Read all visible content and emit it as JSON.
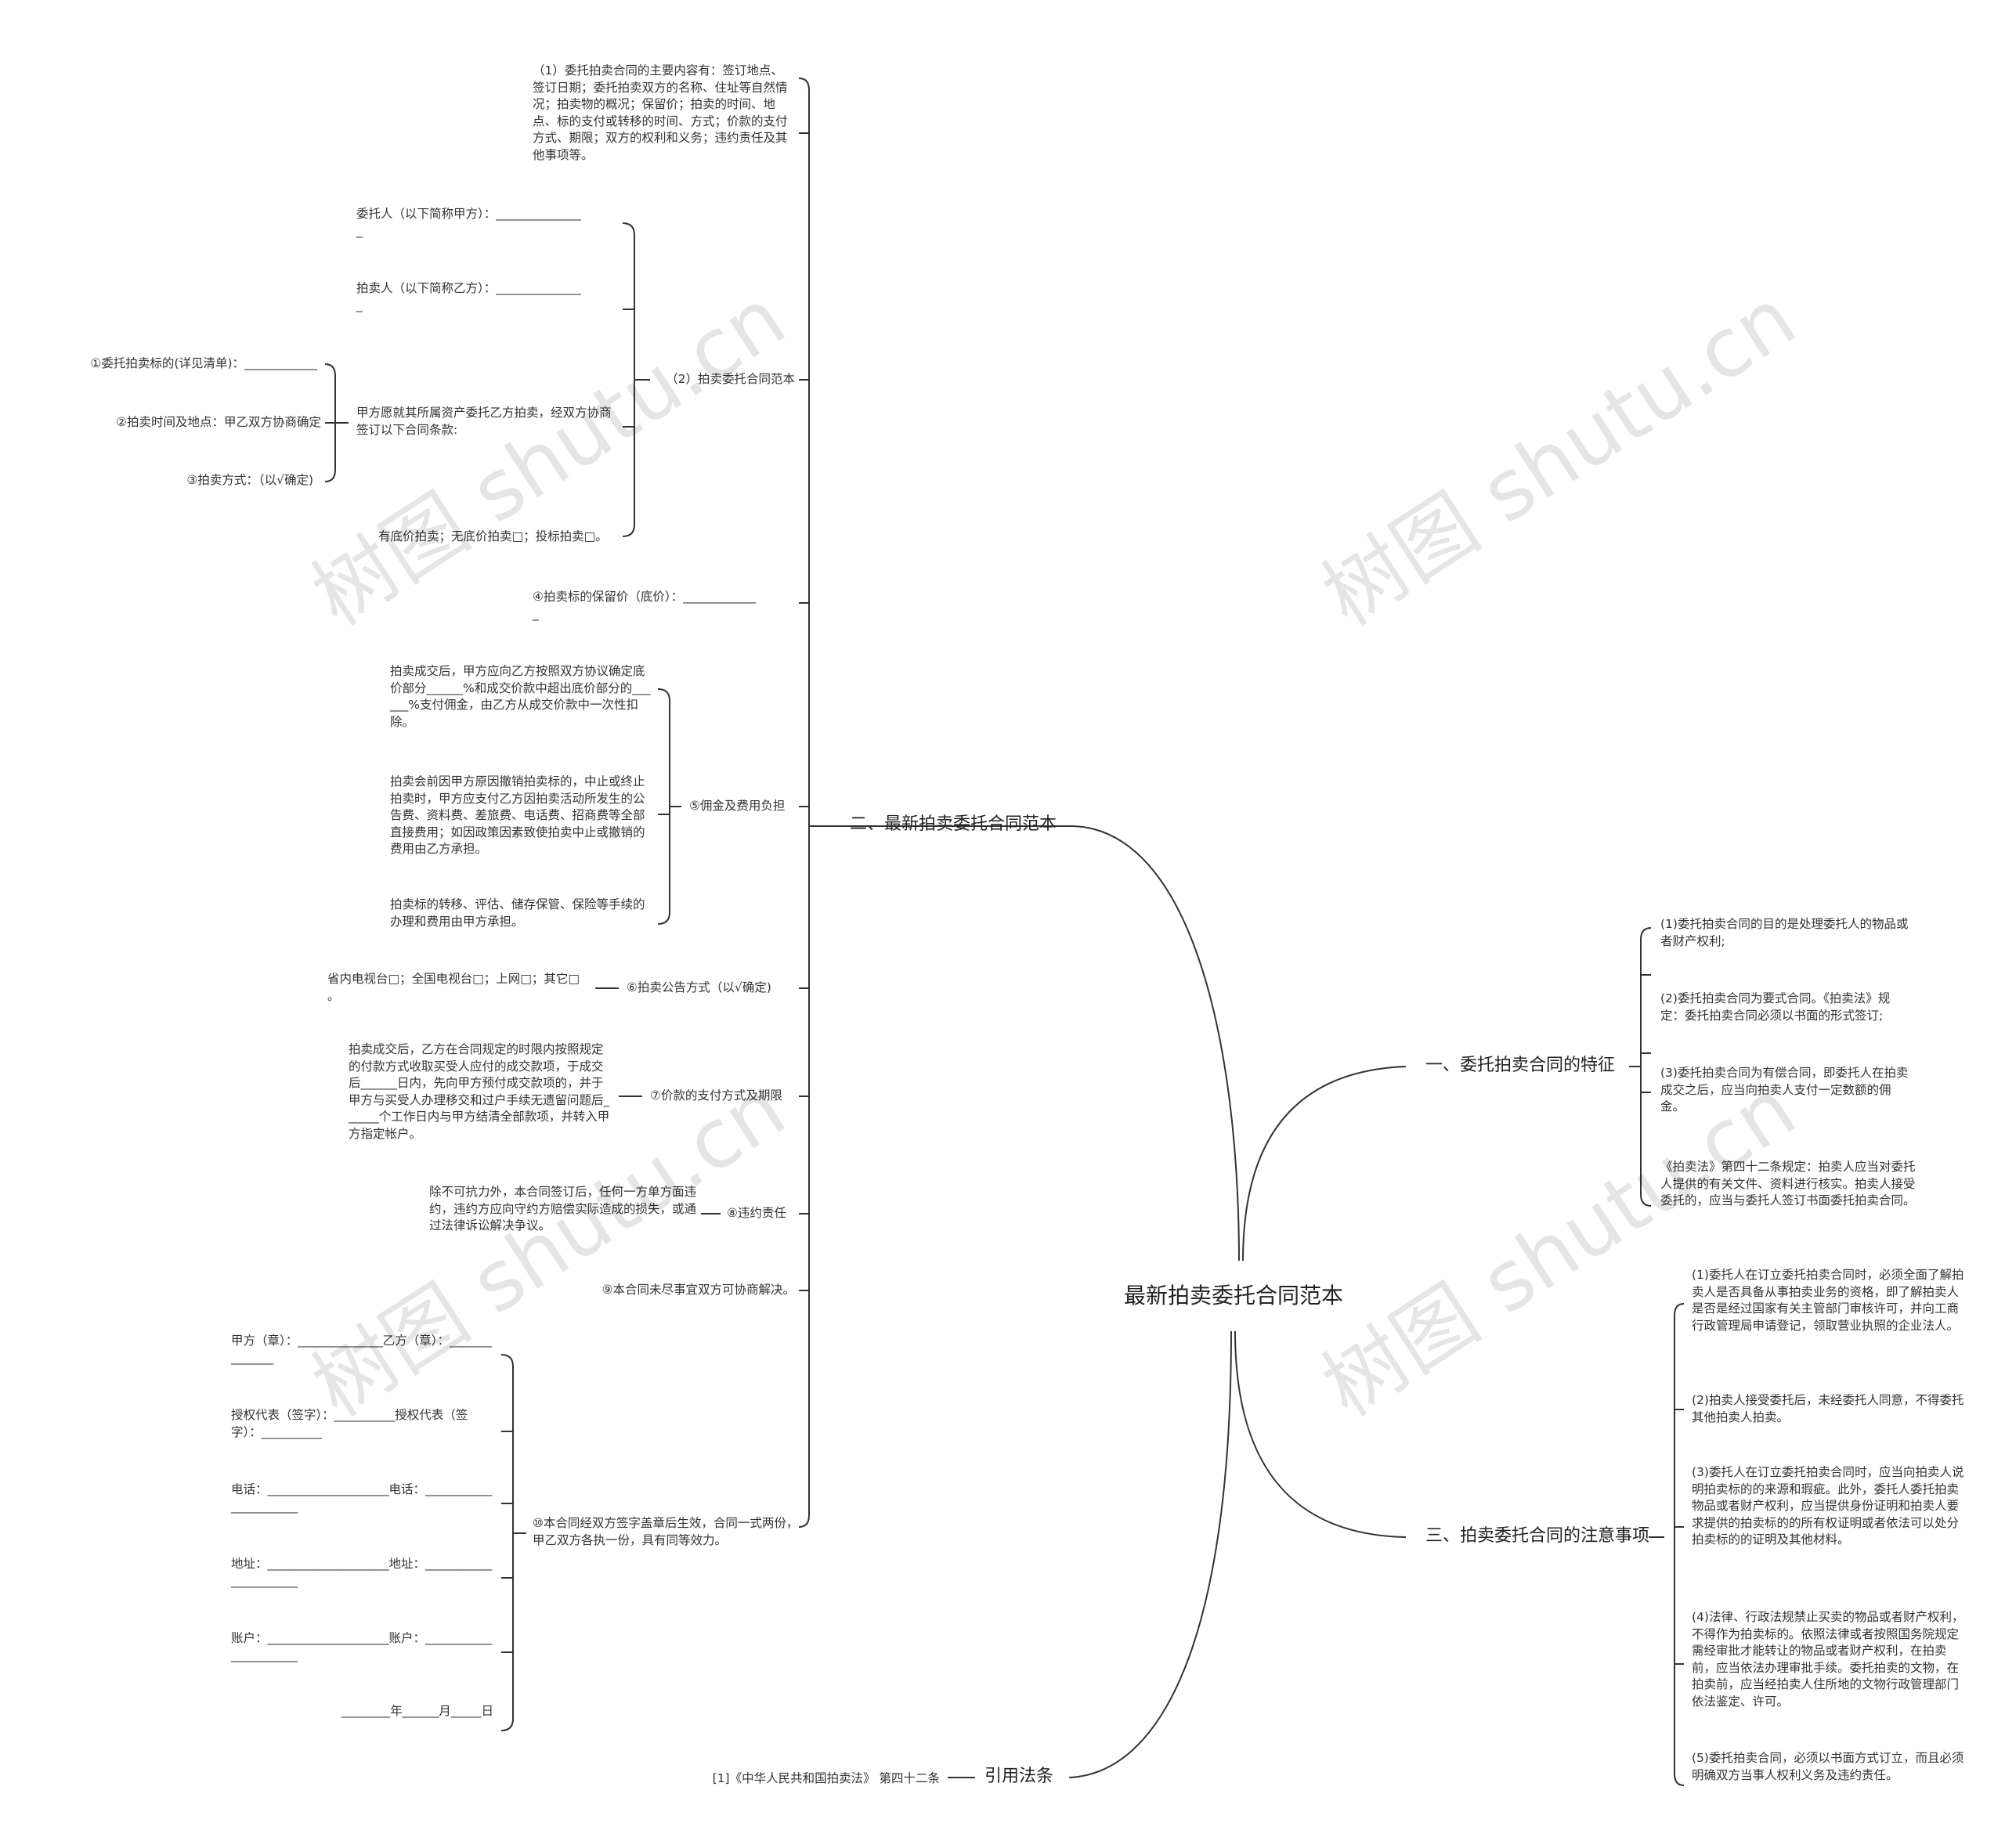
{
  "root": "最新拍卖委托合同范本",
  "branches": {
    "b1": "一、委托拍卖合同的特征",
    "b2": "二、最新拍卖委托合同范本",
    "b3": "三、拍卖委托合同的注意事项",
    "b4": "引用法条"
  },
  "b1_items": [
    "(1)委托拍卖合同的目的是处理委托人的物品或者财产权利;",
    "(2)委托拍卖合同为要式合同。《拍卖法》规定：委托拍卖合同必须以书面的形式签订;",
    "(3)委托拍卖合同为有偿合同，即委托人在拍卖成交之后，应当向拍卖人支付一定数额的佣金。",
    "《拍卖法》第四十二条规定：拍卖人应当对委托人提供的有关文件、资料进行核实。拍卖人接受委托的，应当与委托人签订书面委托拍卖合同。"
  ],
  "b3_items": [
    "(1)委托人在订立委托拍卖合同时，必须全面了解拍卖人是否具备从事拍卖业务的资格，即了解拍卖人是否是经过国家有关主管部门审核许可，并向工商行政管理局申请登记，领取营业执照的企业法人。",
    "(2)拍卖人接受委托后，未经委托人同意，不得委托其他拍卖人拍卖。",
    "(3)委托人在订立委托拍卖合同时，应当向拍卖人说明拍卖标的的来源和瑕疵。此外，委托人委托拍卖物品或者财产权利，应当提供身份证明和拍卖人要求提供的拍卖标的的所有权证明或者依法可以处分拍卖标的的证明及其他材料。",
    "(4)法律、行政法规禁止买卖的物品或者财产权利，不得作为拍卖标的。依照法律或者按照国务院规定需经审批才能转让的物品或者财产权利，在拍卖前，应当依法办理审批手续。委托拍卖的文物，在拍卖前，应当经拍卖人住所地的文物行政管理部门依法鉴定、许可。",
    "(5)委托拍卖合同，必须以书面方式订立，而且必须明确双方当事人权利义务及违约责任。"
  ],
  "b4_items": [
    "[1]《中华人民共和国拍卖法》 第四十二条"
  ],
  "b2": {
    "n1": "（1）委托拍卖合同的主要内容有：签订地点、签订日期；委托拍卖双方的名称、住址等自然情况；拍卖物的概况；保留价；拍卖的时间、地点、标的支付或转移的时间、方式；价款的支付方式、期限；双方的权利和义务；违约责任及其他事项等。",
    "n2": "（2）拍卖委托合同范本",
    "n2_items": {
      "weituoren": "委托人（以下简称甲方）：______________\n_",
      "paimairen": "拍卖人（以下简称乙方）：______________\n_",
      "jiafang": "甲方愿就其所属资产委托乙方拍卖，经双方协商签订以下合同条款:",
      "youdijia": "有底价拍卖；无底价拍卖□；投标拍卖□。"
    },
    "clauses_123": [
      "①委托拍卖标的(详见清单)：____________",
      "②拍卖时间及地点：甲乙双方协商确定",
      "③拍卖方式：（以√确定)"
    ],
    "n4": "④拍卖标的保留价（底价）：____________\n_",
    "n5": "⑤佣金及费用负担",
    "n5_items": [
      "拍卖成交后，甲方应向乙方按照双方协议确定底价部分______%和成交价款中超出底价部分的______%支付佣金，由乙方从成交价款中一次性扣除。",
      "拍卖会前因甲方原因撤销拍卖标的，中止或终止拍卖时，甲方应支付乙方因拍卖活动所发生的公告费、资料费、差旅费、电话费、招商费等全部直接费用；如因政策因素致使拍卖中止或撤销的费用由乙方承担。",
      "拍卖标的转移、评估、储存保管、保险等手续的办理和费用由甲方承担。"
    ],
    "n6": "⑥拍卖公告方式（以√确定)",
    "n6_item": "省内电视台□；全国电视台□；上网□；其它□\n。",
    "n7": "⑦价款的支付方式及期限",
    "n7_item": "拍卖成交后，乙方在合同规定的时限内按照规定的付款方式收取买受人应付的成交款项，于成交后______日内，先向甲方预付成交款项的，并于甲方与买受人办理移交和过户手续无遗留问题后______个工作日内与甲方结清全部款项，并转入甲方指定帐户。",
    "n8": "⑧违约责任",
    "n8_item": "除不可抗力外，本合同签订后，任何一方单方面违约，违约方应向守约方赔偿实际造成的损失，或通过法律诉讼解决争议。",
    "n9": "⑨本合同未尽事宜双方可协商解决。",
    "n10": "⑩本合同经双方签字盖章后生效，合同一式两份，甲乙双方各执一份，具有同等效力。",
    "n10_items": [
      "甲方（章）：______________乙方（章）：______________",
      "授权代表（签字）：__________授权代表（签字）：__________",
      "电话：____________________电话：______________________",
      "地址：____________________地址：______________________",
      "账户：____________________账户：______________________",
      "________年______月_____日"
    ]
  },
  "watermark": "树图 shutu.cn",
  "colors": {
    "line": "#333333",
    "text": "#333333",
    "watermark": "rgba(0,0,0,0.10)"
  }
}
